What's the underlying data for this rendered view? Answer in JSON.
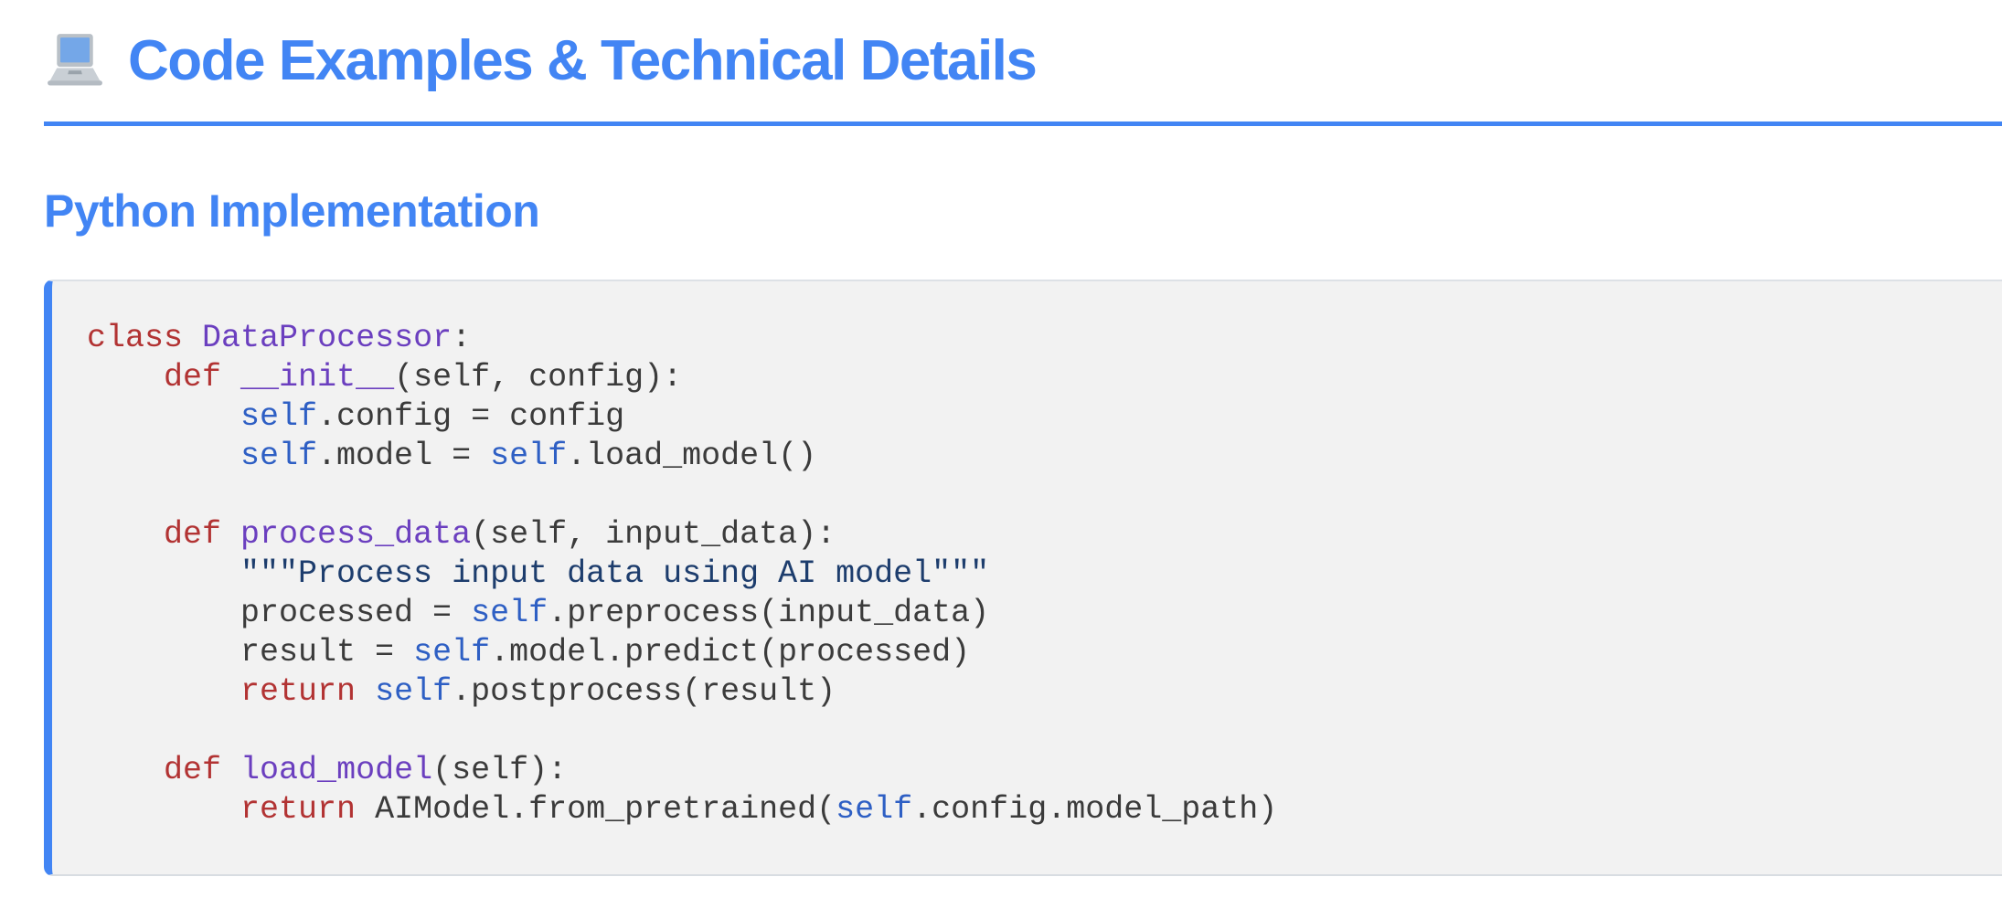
{
  "page": {
    "title": "Code Examples & Technical Details",
    "title_icon": "laptop-emoji",
    "section_heading": "Python Implementation"
  },
  "colors": {
    "accent": "#4285f4",
    "code_bg": "#f2f2f2",
    "keyword": "#b23333",
    "name": "#6b3fbf",
    "self": "#2e5fc4",
    "docstring": "#1d3d6d",
    "code_text": "#3b3b3b"
  },
  "code_block": {
    "language": "python",
    "lines": [
      [
        {
          "t": "keyword",
          "v": "class"
        },
        {
          "t": "plain",
          "v": " "
        },
        {
          "t": "name",
          "v": "DataProcessor"
        },
        {
          "t": "plain",
          "v": ":"
        }
      ],
      [
        {
          "t": "plain",
          "v": "    "
        },
        {
          "t": "keyword",
          "v": "def"
        },
        {
          "t": "plain",
          "v": " "
        },
        {
          "t": "name",
          "v": "__init__"
        },
        {
          "t": "plain",
          "v": "(self, config):"
        }
      ],
      [
        {
          "t": "plain",
          "v": "        "
        },
        {
          "t": "self",
          "v": "self"
        },
        {
          "t": "plain",
          "v": ".config = config"
        }
      ],
      [
        {
          "t": "plain",
          "v": "        "
        },
        {
          "t": "self",
          "v": "self"
        },
        {
          "t": "plain",
          "v": ".model = "
        },
        {
          "t": "self",
          "v": "self"
        },
        {
          "t": "plain",
          "v": ".load_model()"
        }
      ],
      [],
      [
        {
          "t": "plain",
          "v": "    "
        },
        {
          "t": "keyword",
          "v": "def"
        },
        {
          "t": "plain",
          "v": " "
        },
        {
          "t": "name",
          "v": "process_data"
        },
        {
          "t": "plain",
          "v": "(self, input_data):"
        }
      ],
      [
        {
          "t": "plain",
          "v": "        "
        },
        {
          "t": "string",
          "v": "\"\"\"Process input data using AI model\"\"\""
        }
      ],
      [
        {
          "t": "plain",
          "v": "        processed = "
        },
        {
          "t": "self",
          "v": "self"
        },
        {
          "t": "plain",
          "v": ".preprocess(input_data)"
        }
      ],
      [
        {
          "t": "plain",
          "v": "        result = "
        },
        {
          "t": "self",
          "v": "self"
        },
        {
          "t": "plain",
          "v": ".model.predict(processed)"
        }
      ],
      [
        {
          "t": "plain",
          "v": "        "
        },
        {
          "t": "keyword",
          "v": "return"
        },
        {
          "t": "plain",
          "v": " "
        },
        {
          "t": "self",
          "v": "self"
        },
        {
          "t": "plain",
          "v": ".postprocess(result)"
        }
      ],
      [],
      [
        {
          "t": "plain",
          "v": "    "
        },
        {
          "t": "keyword",
          "v": "def"
        },
        {
          "t": "plain",
          "v": " "
        },
        {
          "t": "name",
          "v": "load_model"
        },
        {
          "t": "plain",
          "v": "(self):"
        }
      ],
      [
        {
          "t": "plain",
          "v": "        "
        },
        {
          "t": "keyword",
          "v": "return"
        },
        {
          "t": "plain",
          "v": " AIModel.from_pretrained("
        },
        {
          "t": "self",
          "v": "self"
        },
        {
          "t": "plain",
          "v": ".config.model_path)"
        }
      ]
    ]
  }
}
